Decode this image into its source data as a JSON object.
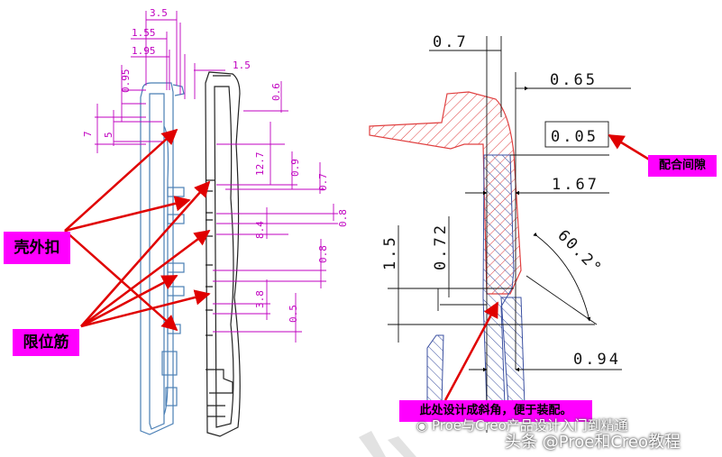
{
  "left_view": {
    "dims_top": [
      "3.5",
      "1.55",
      "1.95",
      "1.5"
    ],
    "dims_left": [
      "0.95",
      "7",
      "5"
    ],
    "dims_right": [
      "0.6",
      "12.7",
      "0.9",
      "0.7",
      "8.4",
      "0.8",
      "0.8",
      "3.8",
      "0.5"
    ],
    "label_outer_clip": "壳外扣",
    "label_limit_rib": "限位筋"
  },
  "right_view": {
    "dims": [
      "0.7",
      "0.65",
      "0.05",
      "1.67",
      "1.5",
      "0.72",
      "60.2°",
      "0.94"
    ],
    "label_fit_gap": "配合间隙",
    "label_chamfer_note": "此处设计成斜角，便于装配。"
  },
  "watermark": {
    "wechat": "Proe与Creo产品设计入门到精通",
    "toutiao": "头条 @Proe和Creo教程"
  },
  "colors": {
    "magenta": "#c000c0",
    "red": "#e00000",
    "blue": "#4a7fb5",
    "label_bg": "#ff00ff",
    "hatch_red": "#e04040",
    "hatch_blue": "#3a4fa0"
  }
}
